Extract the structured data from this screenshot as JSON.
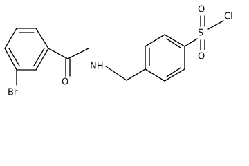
{
  "molecule": {
    "atoms": {
      "bromine": "Br",
      "carbonyl_oxygen": "O",
      "amide_nitrogen": "NH",
      "sulfonyl_sulfur": "S",
      "sulfonyl_oxygen_top": "O",
      "sulfonyl_oxygen_bottom": "O",
      "chlorine": "Cl"
    }
  }
}
